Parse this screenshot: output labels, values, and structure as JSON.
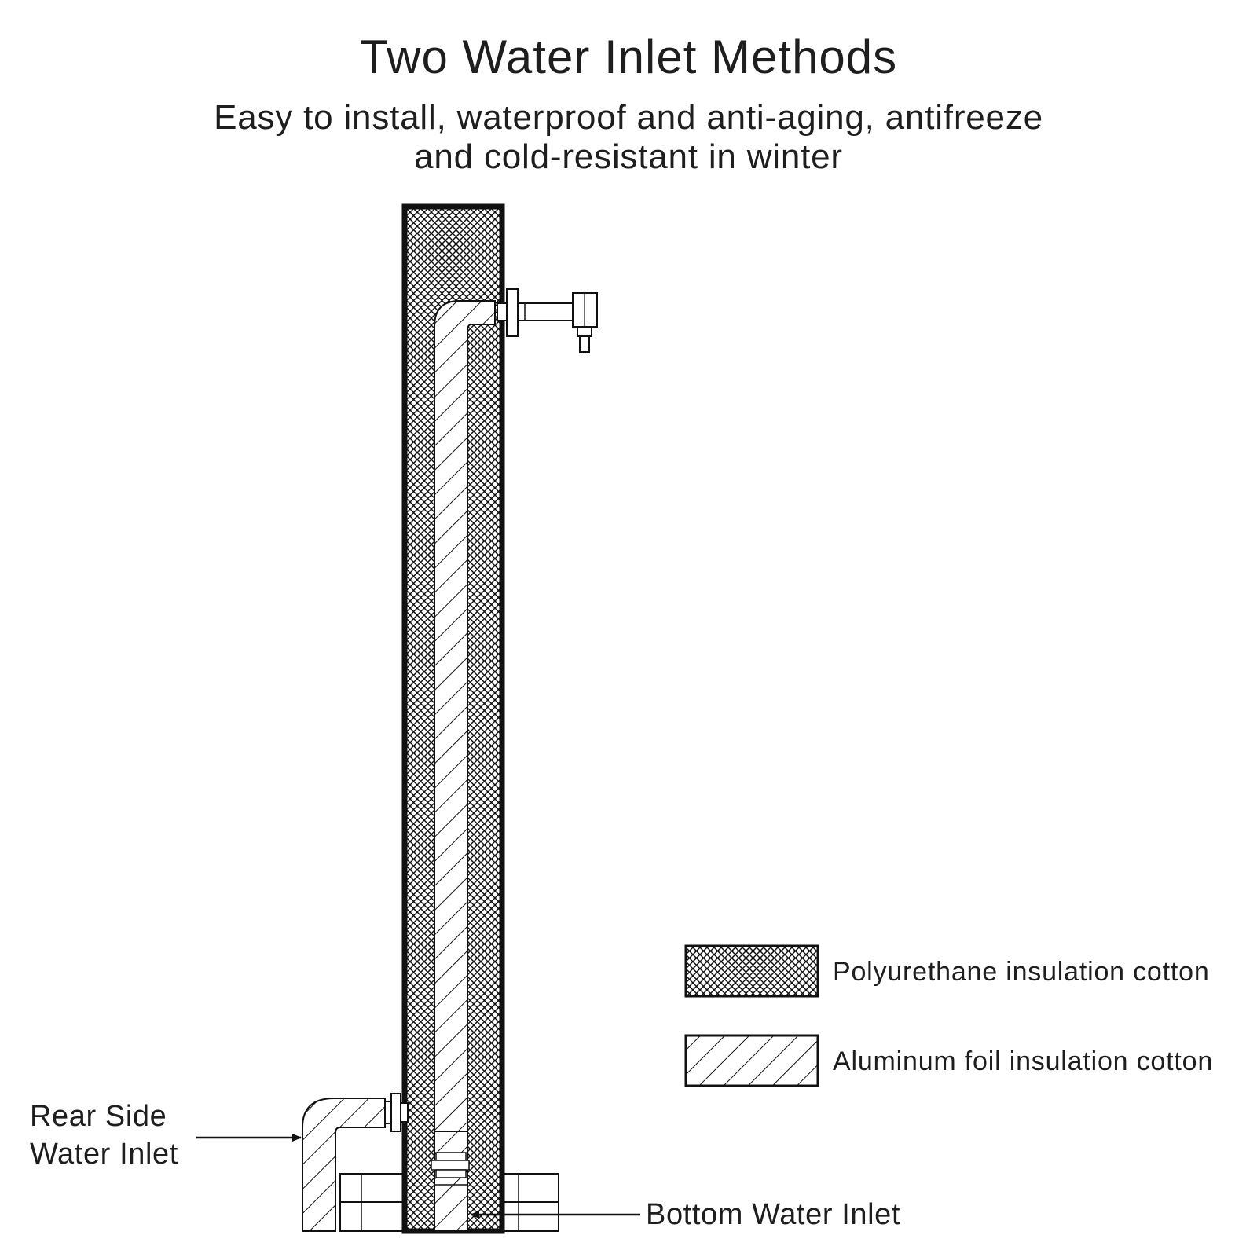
{
  "header": {
    "title": "Two Water Inlet Methods",
    "subtitle_line1": "Easy to install, waterproof and anti-aging, antifreeze",
    "subtitle_line2": "and cold-resistant in winter"
  },
  "labels": {
    "rear_line1": "Rear Side",
    "rear_line2": "Water Inlet",
    "bottom": "Bottom Water Inlet"
  },
  "legend": [
    {
      "label": "Polyurethane insulation cotton",
      "pattern": "crosshatch"
    },
    {
      "label": "Aluminum foil insulation cotton",
      "pattern": "diagonal-hatch"
    }
  ],
  "colors": {
    "line": "#111111",
    "background": "#ffffff",
    "text": "#1e1e1e"
  }
}
